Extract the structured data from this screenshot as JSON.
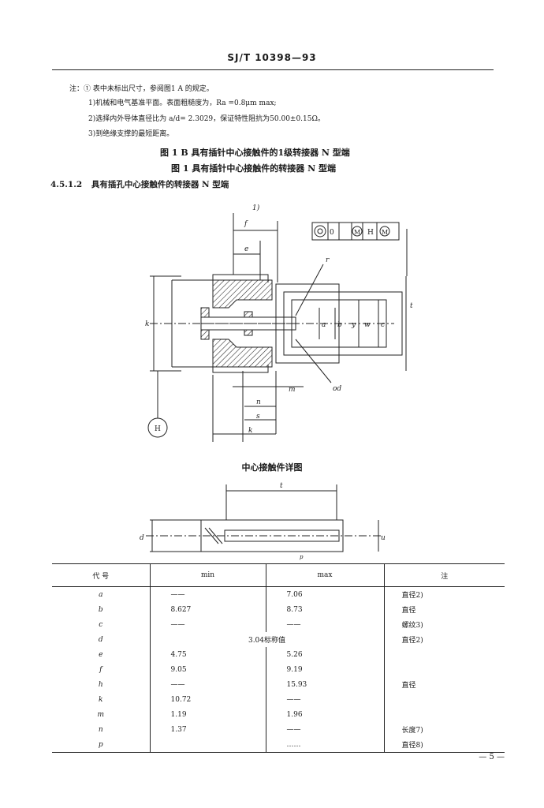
{
  "header": {
    "standard_no": "SJ/T 10398—93"
  },
  "notes": {
    "lead": "注：① 表中未标出尺寸，参阅图1 A 的规定。",
    "items": [
      "1)机械和电气基准平面。表面粗糙度为，Ra =0.8μm max;",
      "2)选择内外导体直径比为 a/d= 2.3029，保证特性阻抗为50.00±0.15Ω。",
      "3)到绝缘支撑的最短距离。"
    ]
  },
  "captions": {
    "fig1b": "图 1 B   具有插针中心接触件的1级转接器 N 型端",
    "fig1": "图 1   具有插针中心接触件的转接器 N 型端"
  },
  "section": {
    "number": "4.5.1.2",
    "title": "具有插孔中心接触件的转接器 N 型端"
  },
  "drawing": {
    "ref_note": "1)",
    "datum": "H",
    "fcf": {
      "sym1": "◎",
      "value": "0",
      "mod1": "M",
      "datum": "H",
      "mod2": "M"
    },
    "dim_labels": [
      "f",
      "e",
      "r",
      "t",
      "k",
      "a",
      "b",
      "y",
      "c",
      "w",
      "m",
      "n",
      "s",
      "k",
      "od"
    ]
  },
  "detail": {
    "title": "中心接触件详图",
    "dim_labels": [
      "t",
      "d",
      "p",
      "u"
    ]
  },
  "table": {
    "headers": [
      "代 号",
      "min",
      "max",
      "注"
    ],
    "rows": [
      {
        "code": "a",
        "min": "——",
        "max": "7.06",
        "note": "直径2)"
      },
      {
        "code": "b",
        "min": "8.627",
        "max": "8.73",
        "note": "直径"
      },
      {
        "code": "c",
        "min": "——",
        "max": "——",
        "note": "螺纹3)"
      },
      {
        "code": "d",
        "span": "3.04标称值",
        "note": "直径2)"
      },
      {
        "code": "e",
        "min": "4.75",
        "max": "5.26",
        "note": ""
      },
      {
        "code": "f",
        "min": "9.05",
        "max": "9.19",
        "note": ""
      },
      {
        "code": "h",
        "min": "——",
        "max": "15.93",
        "note": "直径"
      },
      {
        "code": "k",
        "min": "10.72",
        "max": "——",
        "note": ""
      },
      {
        "code": "m",
        "min": "1.19",
        "max": "1.96",
        "note": ""
      },
      {
        "code": "n",
        "min": "1.37",
        "max": "——",
        "note": "长度7)"
      },
      {
        "code": "p",
        "min": "",
        "max": "……",
        "note": "直径8)"
      }
    ]
  },
  "page_number": "— 5 —"
}
